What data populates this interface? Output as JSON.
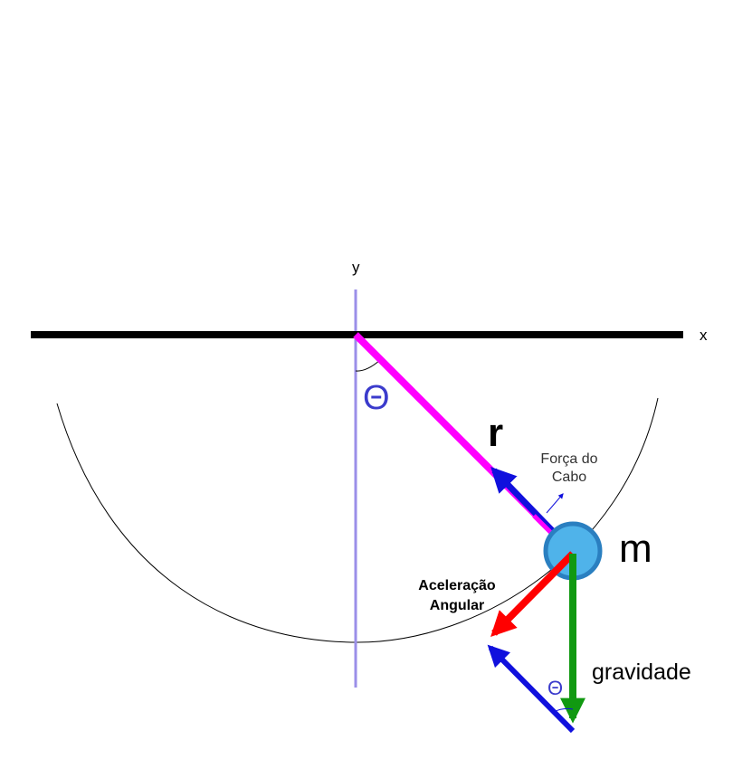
{
  "labels": {
    "y_axis": "y",
    "x_axis": "x",
    "theta_top": "Θ",
    "radius": "r",
    "cable_force_line1": "Força do",
    "cable_force_line2": "Cabo",
    "mass": "m",
    "angular_acc_line1": "Aceleração",
    "angular_acc_line2": "Angular",
    "gravity": "gravidade",
    "theta_bottom": "Θ"
  },
  "colors": {
    "ceiling": "#000000",
    "y_axis": "#9b8fe8",
    "radius": "#ff00ff",
    "cable_force": "#1010dd",
    "angular_acceleration": "#ff0000",
    "gravity": "#119911",
    "gravity_component": "#1010dd",
    "mass_fill": "#4fb3ea",
    "mass_stroke": "#2a7fc0",
    "theta": "#3b3bcc"
  }
}
